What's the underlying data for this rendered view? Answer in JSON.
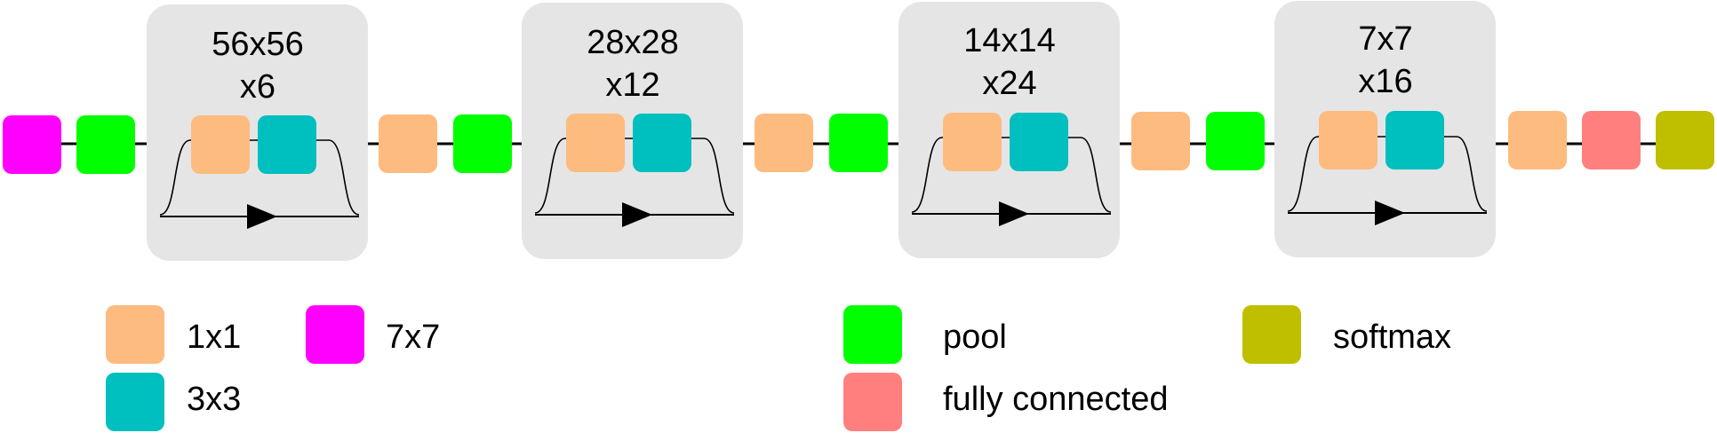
{
  "colors": {
    "conv_1x1": "#FDBB7F",
    "conv_3x3": "#00BFBF",
    "conv_7x7": "#FF00FF",
    "pool": "#00FF00",
    "fully_connected": "#FF7F7F",
    "softmax": "#BFBF00",
    "block_bg": "#E5E5E5"
  },
  "blocks": [
    {
      "size": "56x56",
      "repeat": "x6"
    },
    {
      "size": "28x28",
      "repeat": "x12"
    },
    {
      "size": "14x14",
      "repeat": "x24"
    },
    {
      "size": "7x7",
      "repeat": "x16"
    }
  ],
  "legend": [
    {
      "label": "1x1",
      "color_key": "conv_1x1"
    },
    {
      "label": "3x3",
      "color_key": "conv_3x3"
    },
    {
      "label": "7x7",
      "color_key": "conv_7x7"
    },
    {
      "label": "pool",
      "color_key": "pool"
    },
    {
      "label": "fully connected",
      "color_key": "fully_connected"
    },
    {
      "label": "softmax",
      "color_key": "softmax"
    }
  ]
}
